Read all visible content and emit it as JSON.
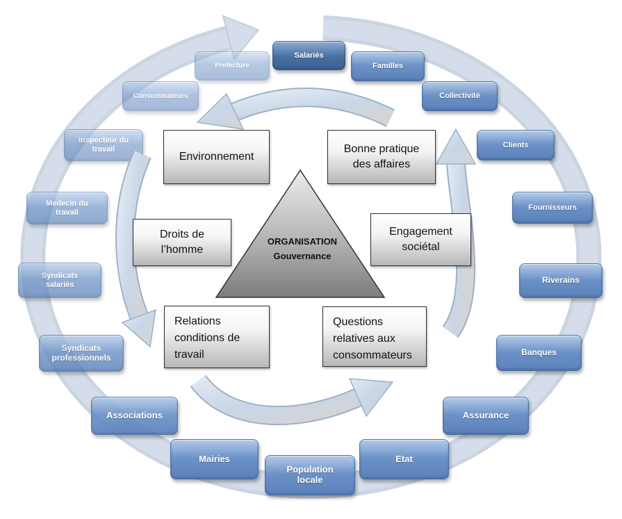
{
  "diagram": {
    "center": {
      "title": "ORGANISATION",
      "subtitle": "Gouvernance"
    },
    "core_subjects": {
      "environnement": "Environnement",
      "bonne_pratique": "Bonne pratique\ndes affaires",
      "droits": "Droits de\nl’homme",
      "engagement": "Engagement\nsociétal",
      "relations": "Relations\nconditions de\ntravail",
      "questions": "Questions\nrelatives aux\nconsommateurs"
    },
    "stakeholders": [
      "Prefecture",
      "Salariés",
      "Familles",
      "Collectivité",
      "Clients",
      "Fournisseurs",
      "Riverains",
      "Banques",
      "Assurance",
      "Etat",
      "Population\nlocale",
      "Mairies",
      "Associations",
      "Syndicats\nprofessionnels",
      "Syndicats\nsalariés",
      "Medecin du\ntravail",
      "Inspecteur du\ntravail",
      "Consommateurs"
    ]
  },
  "colors": {
    "stakeholder_box": "#6b91c7",
    "stakeholder_box_dark": "#46709f",
    "ring": "#d4dde9",
    "inner_arrow": "#c9d6e6",
    "triangle_top": "#ececec",
    "triangle_bottom": "#7c7c7c"
  }
}
